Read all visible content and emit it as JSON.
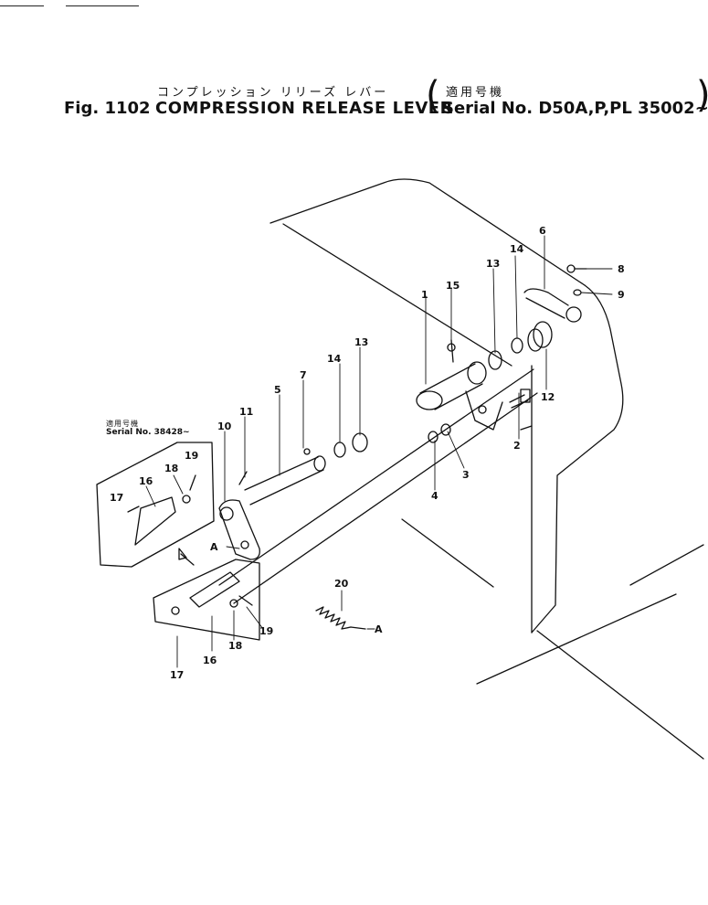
{
  "header": {
    "title_jp": "コンプレッション リリーズ レバー",
    "fig_label": "Fig. 1102",
    "title_en": "COMPRESSION RELEASE LEVER",
    "serial_jp": "適用号機",
    "serial_text": "Serial No. D50A,P,PL 35002~"
  },
  "inset": {
    "serial_jp": "適用号機",
    "serial_text": "Serial No. 38428~"
  },
  "callouts": [
    {
      "id": "c1",
      "text": "1"
    },
    {
      "id": "c2",
      "text": "2"
    },
    {
      "id": "c3",
      "text": "3"
    },
    {
      "id": "c4",
      "text": "4"
    },
    {
      "id": "c5",
      "text": "5"
    },
    {
      "id": "c6",
      "text": "6"
    },
    {
      "id": "c7",
      "text": "7"
    },
    {
      "id": "c8",
      "text": "8"
    },
    {
      "id": "c9",
      "text": "9"
    },
    {
      "id": "c10",
      "text": "10"
    },
    {
      "id": "c11",
      "text": "11"
    },
    {
      "id": "c12",
      "text": "12"
    },
    {
      "id": "c13a",
      "text": "13"
    },
    {
      "id": "c13b",
      "text": "13"
    },
    {
      "id": "c14a",
      "text": "14"
    },
    {
      "id": "c14b",
      "text": "14"
    },
    {
      "id": "c15",
      "text": "15"
    },
    {
      "id": "c16a",
      "text": "16"
    },
    {
      "id": "c16b",
      "text": "16"
    },
    {
      "id": "c17a",
      "text": "17"
    },
    {
      "id": "c17b",
      "text": "17"
    },
    {
      "id": "c18a",
      "text": "18"
    },
    {
      "id": "c18b",
      "text": "18"
    },
    {
      "id": "c19a",
      "text": "19"
    },
    {
      "id": "c19b",
      "text": "19"
    },
    {
      "id": "c20",
      "text": "20"
    },
    {
      "id": "cA1",
      "text": "A"
    },
    {
      "id": "cA2",
      "text": "A"
    }
  ]
}
